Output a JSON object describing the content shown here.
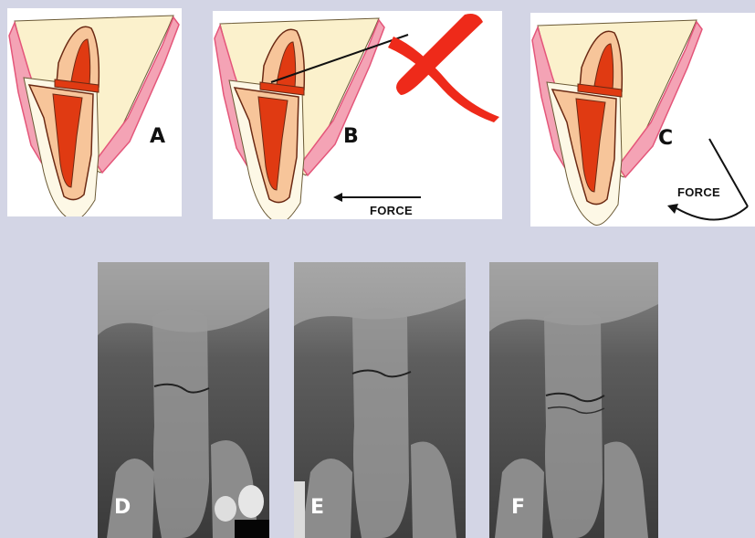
{
  "colors": {
    "background": "#d3d5e5",
    "bone": "#fbf1cc",
    "gum": "#f4a3b5",
    "gum_edge": "#e4567a",
    "pulp": "#e03a12",
    "dentin": "#f7c59a",
    "root_outline": "#fdf8e6",
    "cross": "#ee2a1a"
  },
  "panels": [
    {
      "id": "A",
      "label": "A",
      "force_label": ""
    },
    {
      "id": "B",
      "label": "B",
      "force_label": "FORCE"
    },
    {
      "id": "C",
      "label": "C",
      "force_label": "FORCE"
    }
  ],
  "xrays": [
    {
      "id": "D",
      "label": "D"
    },
    {
      "id": "E",
      "label": "E"
    },
    {
      "id": "F",
      "label": "F"
    }
  ],
  "marks": {
    "cross_icon": "x-mark-icon",
    "arrow_straight": "left-arrow-icon",
    "arrow_curved": "curved-arrow-icon"
  }
}
